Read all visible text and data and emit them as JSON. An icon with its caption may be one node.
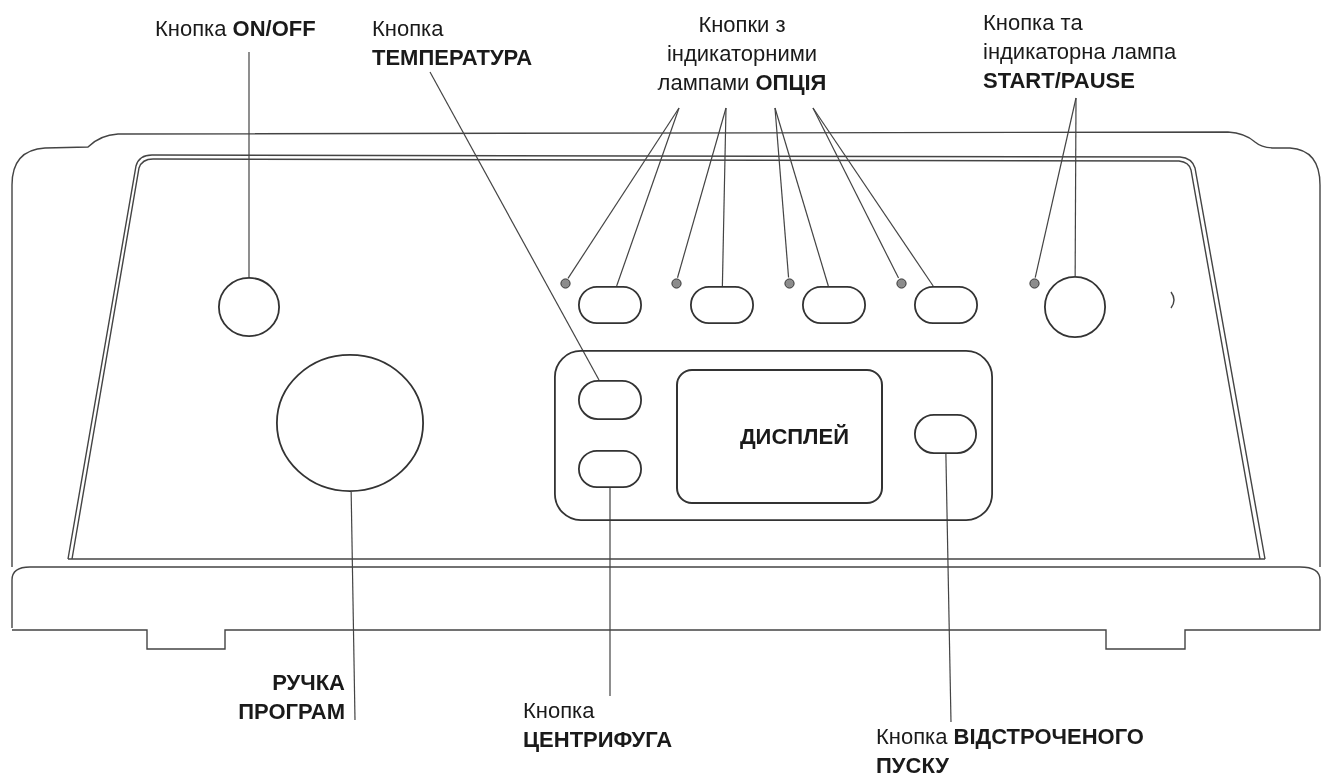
{
  "diagram": {
    "nodes": [
      {
        "text": [
          "Кнопка **ON/OFF**"
        ]
      },
      {
        "text": [
          "Кнопка **ТЕМПЕРАТУРА**"
        ]
      },
      {
        "text": [
          "Кнопки з індикаторними лампами **ОПЦІЯ**"
        ]
      },
      {
        "text": [
          "Кнопка та індикаторна лампа **START/PAUSE**"
        ]
      },
      {
        "text": [
          "РУЧКА ПРОГРАМ"
        ]
      },
      {
        "text": [
          "Кнопка **ЦЕНТРИФУГА**"
        ]
      },
      {
        "text": [
          "Кнопка **ВІДСТРОЧЕНОГО ПУСКУ**"
        ]
      },
      {
        "text": [],
        "shape": "circle"
      },
      {
        "text": [],
        "shape": "circle"
      },
      {
        "text": [],
        "shape": "oval"
      },
      {
        "text": [],
        "shape": "circle"
      },
      {
        "text": [],
        "shape": "oval"
      },
      {
        "text": [],
        "shape": "circle"
      },
      {
        "text": [],
        "shape": "oval"
      },
      {
        "text": [],
        "shape": "circle"
      },
      {
        "text": [],
        "shape": "oval"
      },
      {
        "text": [],
        "shape": "circle"
      },
      {
        "text": [],
        "shape": "circle"
      },
      {
        "text": [],
        "shape": "circle"
      },
      {
        "text": [],
        "shape": "box"
      },
      {
        "text": [],
        "shape": "oval",
        "in": 19
      },
      {
        "text": [],
        "shape": "oval",
        "in": 19
      },
      {
        "text": [
          "ДИСПЛЕЙ"
        ],
        "in": 19
      },
      {
        "text": [],
        "shape": "oval",
        "in": 19
      }
    ],
    "edges": [
      {
        "from": 0,
        "to": 7,
        "arrow": "none"
      },
      {
        "from": 1,
        "to": 20,
        "arrow": "none"
      },
      {
        "from": 2,
        "to": 8,
        "arrow": "none"
      },
      {
        "from": 2,
        "to": 9,
        "arrow": "none"
      },
      {
        "from": 2,
        "to": 10,
        "arrow": "none"
      },
      {
        "from": 2,
        "to": 11,
        "arrow": "none"
      },
      {
        "from": 2,
        "to": 12,
        "arrow": "none"
      },
      {
        "from": 2,
        "to": 13,
        "arrow": "none"
      },
      {
        "from": 2,
        "to": 14,
        "arrow": "none"
      },
      {
        "from": 2,
        "to": 15,
        "arrow": "none"
      },
      {
        "from": 3,
        "to": 16,
        "arrow": "none"
      },
      {
        "from": 3,
        "to": 17,
        "arrow": "none"
      },
      {
        "from": 4,
        "to": 18,
        "arrow": "none"
      },
      {
        "from": 5,
        "to": 21,
        "arrow": "none"
      },
      {
        "from": 6,
        "to": 23,
        "arrow": "none"
      }
    ]
  }
}
